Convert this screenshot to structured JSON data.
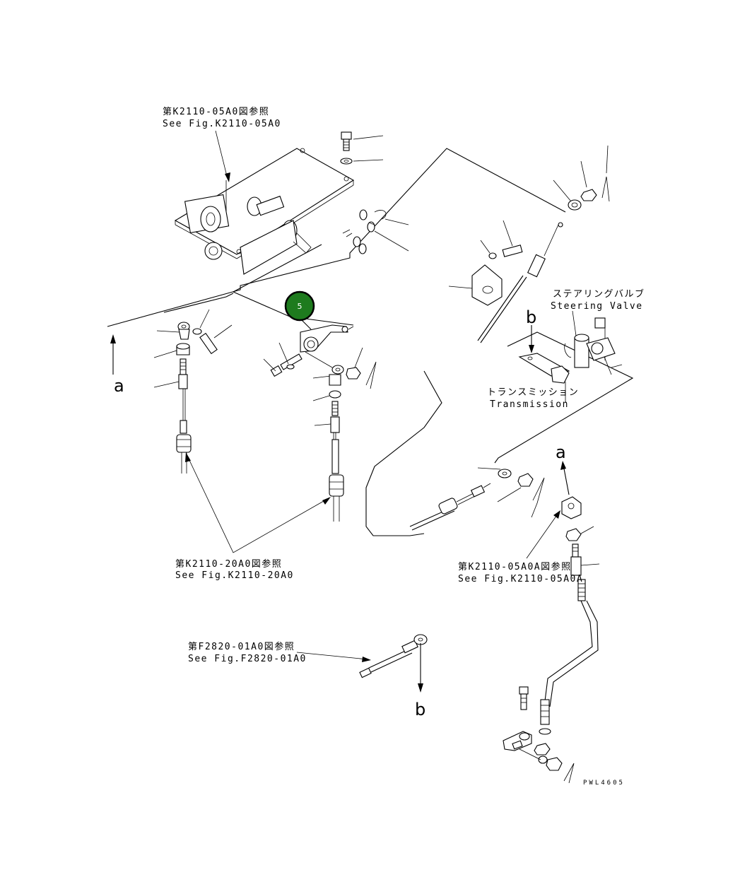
{
  "callouts": {
    "ref_k2110_05a0_jp": "第K2110-05A0図参照",
    "ref_k2110_05a0_en": "See Fig.K2110-05A0",
    "ref_k2110_20a0_jp": "第K2110-20A0図参照",
    "ref_k2110_20a0_en": "See Fig.K2110-20A0",
    "ref_k2110_05a0a_jp": "第K2110-05A0A図参照",
    "ref_k2110_05a0a_en": "See Fig.K2110-05A0A",
    "ref_f2820_01a0_jp": "第F2820-01A0図参照",
    "ref_f2820_01a0_en": "See Fig.F2820-01A0",
    "steering_valve_jp": "ステアリングバルブ",
    "steering_valve_en": "Steering Valve",
    "transmission_jp": "トランスミッション",
    "transmission_en": "Transmission"
  },
  "connectors": {
    "a_left": "a",
    "a_right": "a",
    "b_top": "b",
    "b_bottom": "b"
  },
  "badge": {
    "number": "5",
    "color": "#1e7b1e"
  },
  "drawing_code": "PWL4605"
}
